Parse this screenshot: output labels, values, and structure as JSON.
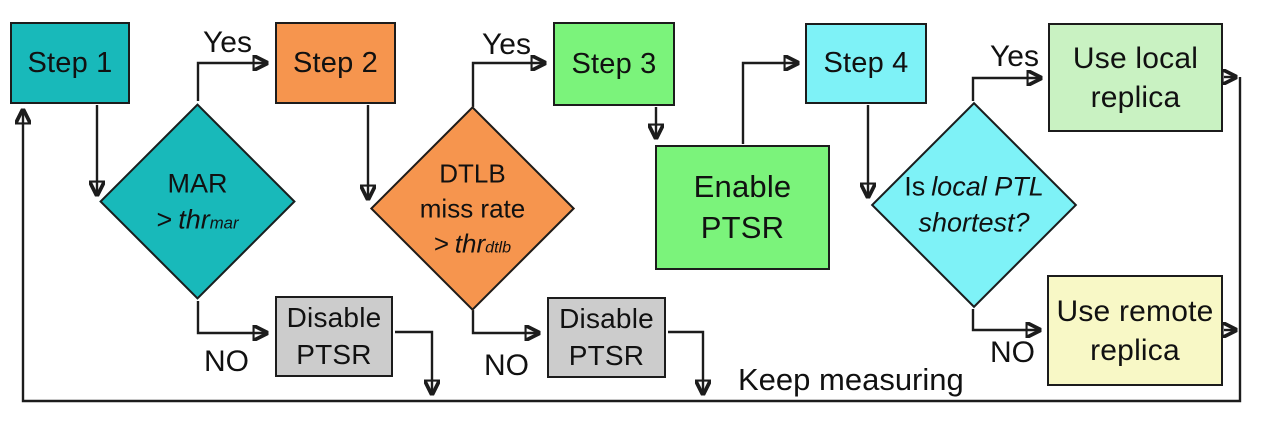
{
  "diagram": {
    "nodes": {
      "step1": {
        "label": "Step 1"
      },
      "step2": {
        "label": "Step 2"
      },
      "step3": {
        "label": "Step 3"
      },
      "step4": {
        "label": "Step 4"
      },
      "enable_ptsr": {
        "line1": "Enable",
        "line2": "PTSR"
      },
      "disable_ptsr_1": {
        "line1": "Disable",
        "line2": "PTSR"
      },
      "disable_ptsr_2": {
        "line1": "Disable",
        "line2": "PTSR"
      },
      "use_local_replica": {
        "line1": "Use local",
        "line2": "replica"
      },
      "use_remote_replica": {
        "line1": "Use remote",
        "line2": "replica"
      },
      "decision_mar": {
        "line1": "MAR",
        "gt": ">",
        "thr": "thr",
        "sub": "mar"
      },
      "decision_dtlb": {
        "line1": "DTLB",
        "line2": "miss rate",
        "gt": ">",
        "thr": "thr",
        "sub": "dtlb"
      },
      "decision_local_ptl": {
        "word_is": "Is",
        "line1_italic": "local PTL",
        "line2_italic": "shortest?"
      }
    },
    "edge_labels": {
      "yes1": "Yes",
      "yes2": "Yes",
      "yes3": "Yes",
      "no1": "NO",
      "no2": "NO",
      "no3": "NO",
      "keep_measuring": "Keep measuring"
    },
    "colors": {
      "teal": "#18b9ba",
      "orange": "#f6954e",
      "green": "#7bf37b",
      "cyan": "#7ef2f7",
      "light_green": "#c9f2c2",
      "pale_yellow": "#f8f8c6",
      "gray": "#cccccc",
      "line": "#1c1c1c"
    }
  }
}
